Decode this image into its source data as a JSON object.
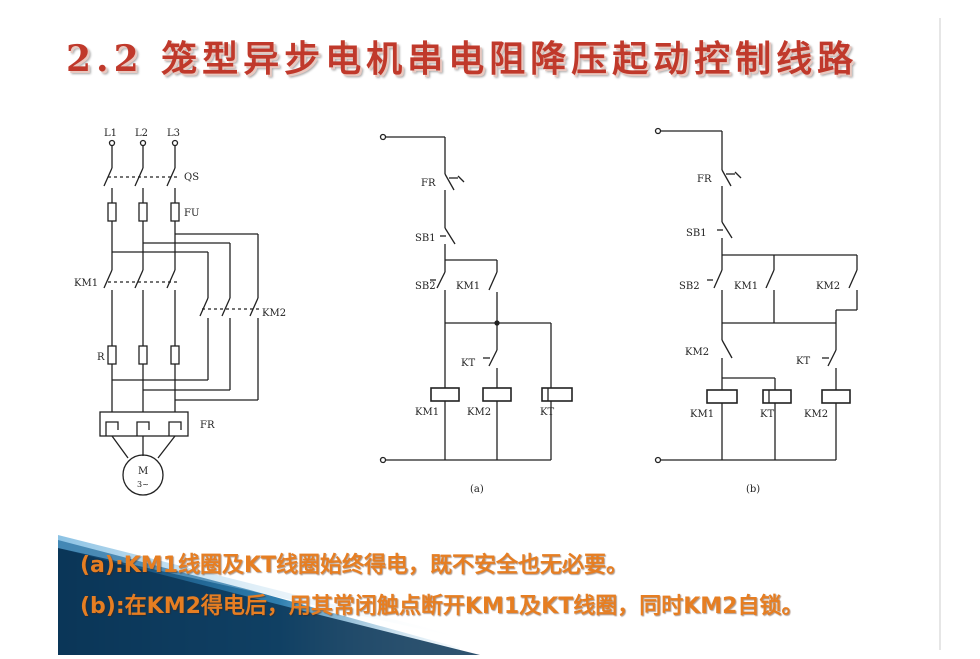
{
  "slide": {
    "title": "2.2 笼型异步电机串电阻降压起动控制线路",
    "notes": [
      "(a):KM1线圈及KT线圈始终得电，既不安全也无必要。",
      "(b):在KM2得电后，用其常闭触点断开KM1及KT线圈，同时KM2自锁。"
    ]
  },
  "main_circuit": {
    "phases": [
      "L1",
      "L2",
      "L3"
    ],
    "switch": "QS",
    "fuse": "FU",
    "contactor1": "KM1",
    "contactor2": "KM2",
    "resistor": "R",
    "relay": "FR",
    "motor": "M",
    "motor_sub": "3~"
  },
  "circuit_a": {
    "caption": "(a)",
    "fr": "FR",
    "sb1": "SB1",
    "sb2": "SB2",
    "km1_contact": "KM1",
    "kt_contact": "KT",
    "coil_km1": "KM1",
    "coil_km2": "KM2",
    "coil_kt": "KT"
  },
  "circuit_b": {
    "caption": "(b)",
    "fr": "FR",
    "sb1": "SB1",
    "sb2": "SB2",
    "km1_contact": "KM1",
    "km2_contact_hold": "KM2",
    "km2_contact_nc": "KM2",
    "kt_contact": "KT",
    "coil_km1": "KM1",
    "coil_kt": "KT",
    "coil_km2": "KM2"
  }
}
